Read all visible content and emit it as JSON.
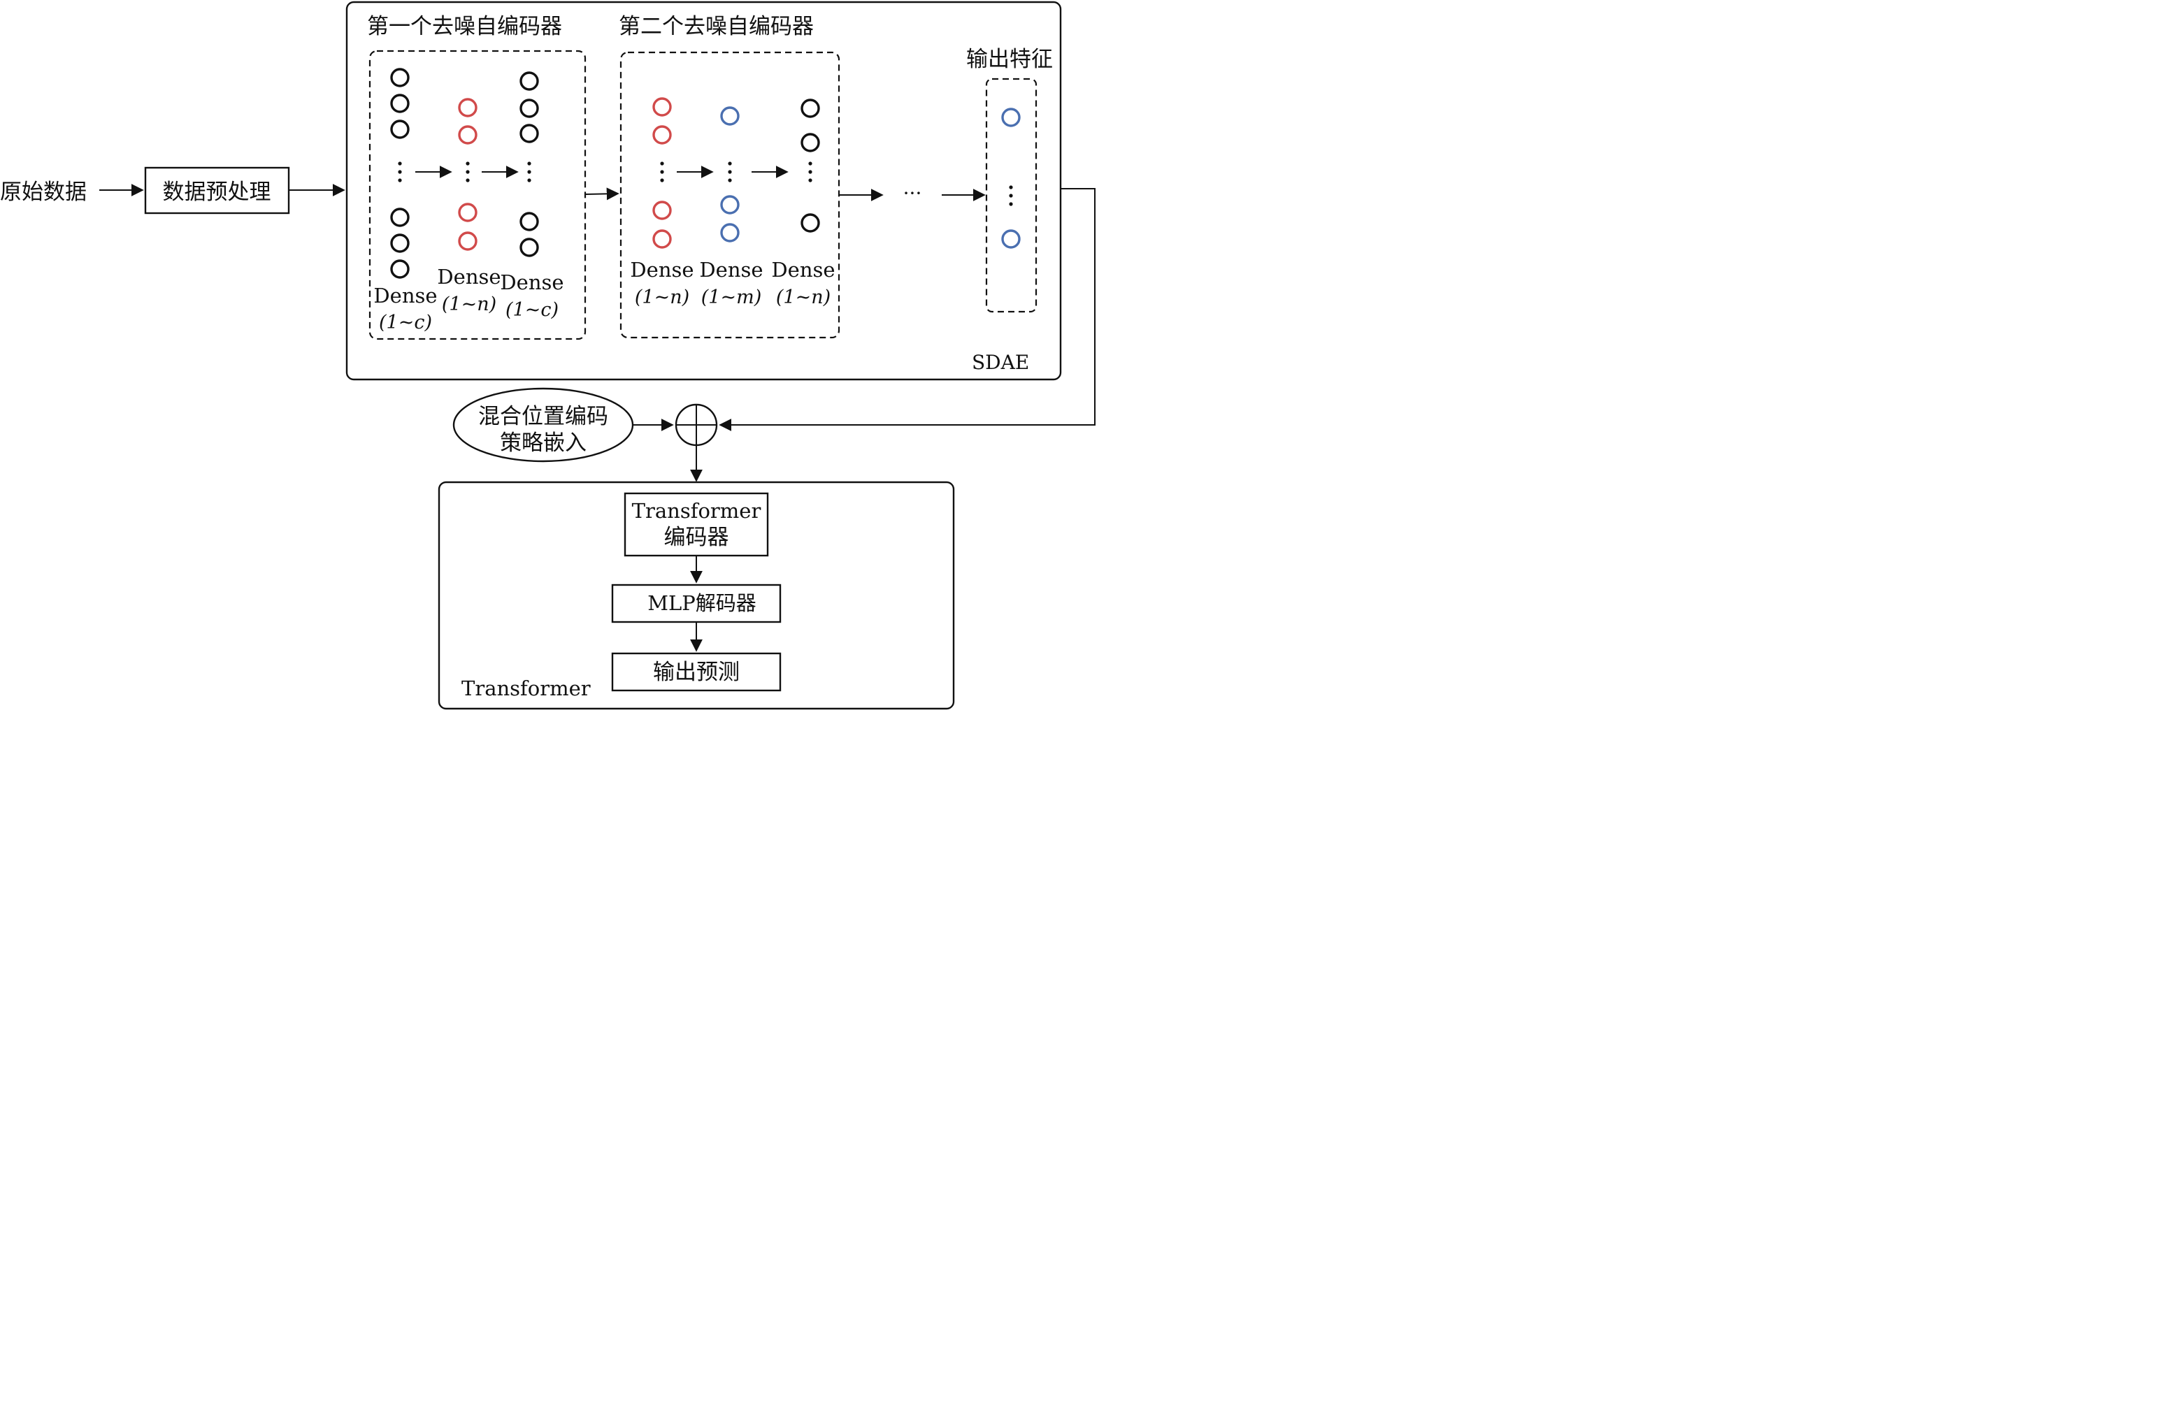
{
  "colors": {
    "ink": "#111111",
    "red_node": "#d14a4a",
    "blue_node": "#4a6fb0",
    "black_node": "#111111"
  },
  "labels": {
    "raw_data": "原始数据",
    "preprocess": "数据预处理",
    "first_ae_title": "第一个去噪自编码器",
    "second_ae_title": "第二个去噪自编码器",
    "output_features": "输出特征",
    "sdae": "SDAE",
    "dense": "Dense",
    "range_c": "(1~c)",
    "range_n": "(1~n)",
    "range_m": "(1~m)",
    "ellipsis": "···",
    "position_line1": "混合位置编码",
    "position_line2": "策略嵌入",
    "transformer_enc_line1": "Transformer",
    "transformer_enc_line2": "编码器",
    "mlp_decoder": "MLP解码器",
    "output_prediction": "输出预测",
    "transformer_block": "Transformer"
  },
  "icons": {
    "sum_node": "circled-plus-icon",
    "dots": "vertical-ellipsis-icon"
  }
}
